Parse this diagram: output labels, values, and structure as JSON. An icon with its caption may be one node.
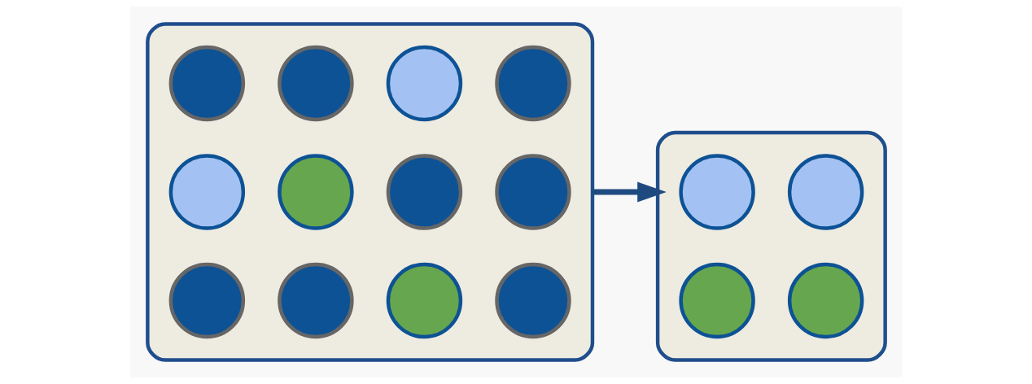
{
  "diagram": {
    "nodes": [
      {
        "text": [],
        "shape": "box"
      },
      {
        "text": [],
        "shape": "circle",
        "in": 0
      },
      {
        "text": [],
        "shape": "circle",
        "in": 0
      },
      {
        "text": [],
        "shape": "circle",
        "in": 0
      },
      {
        "text": [],
        "shape": "circle",
        "in": 0
      },
      {
        "text": [],
        "shape": "circle",
        "in": 0
      },
      {
        "text": [],
        "shape": "circle",
        "in": 0
      },
      {
        "text": [],
        "shape": "circle",
        "in": 0
      },
      {
        "text": [],
        "shape": "circle",
        "in": 0
      },
      {
        "text": [],
        "shape": "circle",
        "in": 0
      },
      {
        "text": [],
        "shape": "circle",
        "in": 0
      },
      {
        "text": [],
        "shape": "circle",
        "in": 0
      },
      {
        "text": [],
        "shape": "circle",
        "in": 0
      },
      {
        "text": [],
        "shape": "box"
      },
      {
        "text": [],
        "shape": "circle",
        "in": 13
      },
      {
        "text": [],
        "shape": "circle",
        "in": 13
      },
      {
        "text": [],
        "shape": "circle",
        "in": 13
      },
      {
        "text": [],
        "shape": "circle",
        "in": 13
      }
    ],
    "edges": [
      {
        "from": 0,
        "to": 13,
        "arrow": "to"
      }
    ]
  }
}
